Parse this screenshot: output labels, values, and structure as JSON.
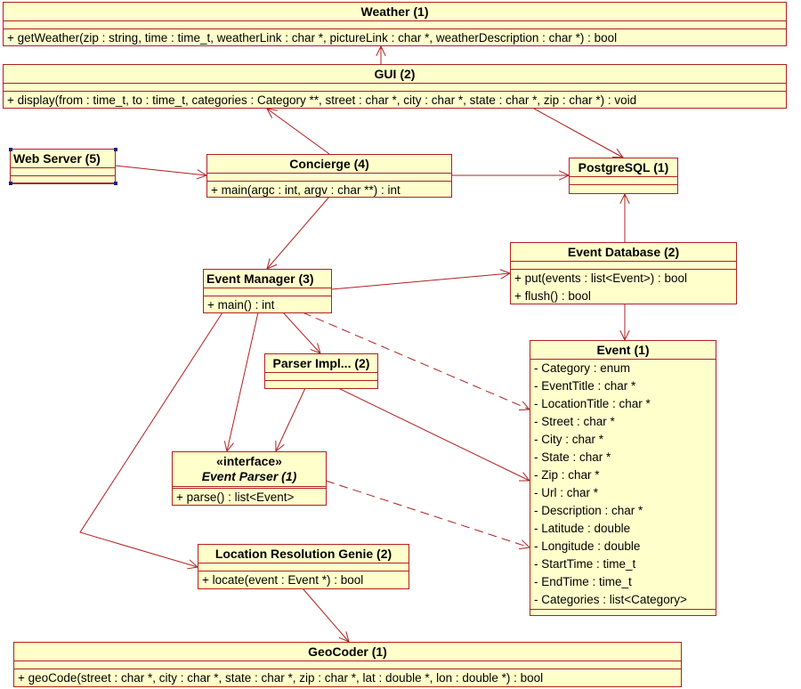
{
  "classes": [
    {
      "id": "weather",
      "title": "Weather (1)",
      "attributes": [],
      "operations": [
        "+ getWeather(zip : string, time : time_t, weatherLink : char *, pictureLink : char *, weatherDescription : char *) : bool"
      ]
    },
    {
      "id": "gui",
      "title": "GUI (2)",
      "attributes": [],
      "operations": [
        "+ display(from : time_t, to : time_t, categories : Category **, street : char *, city : char *, state : char *, zip : char *) : void"
      ]
    },
    {
      "id": "web-server",
      "title": "Web Server (5)",
      "attributes": [],
      "operations": []
    },
    {
      "id": "concierge",
      "title": "Concierge (4)",
      "attributes": [],
      "operations": [
        "+ main(argc : int, argv : char **) : int"
      ]
    },
    {
      "id": "postgresql",
      "title": "PostgreSQL (1)",
      "attributes": [],
      "operations": []
    },
    {
      "id": "event-database",
      "title": "Event Database (2)",
      "attributes": [],
      "operations": [
        "+ put(events : list<Event>) : bool",
        "+ flush() : bool"
      ]
    },
    {
      "id": "event-manager",
      "title": "Event Manager (3)",
      "attributes": [],
      "operations": [
        "+ main() : int"
      ]
    },
    {
      "id": "event",
      "title": "Event (1)",
      "attributes": [
        "- Category : enum",
        "- EventTitle : char *",
        "- LocationTitle : char *",
        "- Street : char *",
        "- City : char *",
        "- State : char *",
        "- Zip : char *",
        "- Url : char *",
        "- Description : char *",
        "- Latitude : double",
        "- Longitude : double",
        "- StartTime : time_t",
        "- EndTime : time_t",
        "- Categories : list<Category>"
      ],
      "operations": []
    },
    {
      "id": "parser-impl",
      "title": "Parser Impl... (2)",
      "attributes": [],
      "operations": []
    },
    {
      "id": "event-parser",
      "stereotype": "«interface»",
      "title": "Event Parser (1)",
      "attributes": [],
      "operations": [
        "+ parse() : list<Event>"
      ]
    },
    {
      "id": "location-resolution-genie",
      "title": "Location Resolution Genie (2)",
      "attributes": [],
      "operations": [
        "+ locate(event : Event *) : bool"
      ]
    },
    {
      "id": "geocoder",
      "title": "GeoCoder (1)",
      "attributes": [],
      "operations": [
        "+ geoCode(street : char *, city : char *, state : char *, zip : char *, lat : double *, lon : double *) : bool"
      ]
    }
  ],
  "relations": [
    {
      "from": "gui",
      "to": "weather",
      "style": "solid"
    },
    {
      "from": "concierge",
      "to": "gui",
      "style": "solid"
    },
    {
      "from": "gui",
      "to": "postgresql",
      "style": "solid"
    },
    {
      "from": "web-server",
      "to": "concierge",
      "style": "solid"
    },
    {
      "from": "concierge",
      "to": "postgresql",
      "style": "solid"
    },
    {
      "from": "concierge",
      "to": "event-manager",
      "style": "solid"
    },
    {
      "from": "event-manager",
      "to": "event-database",
      "style": "solid"
    },
    {
      "from": "event-database",
      "to": "postgresql",
      "style": "solid"
    },
    {
      "from": "event-database",
      "to": "event",
      "style": "solid"
    },
    {
      "from": "event-manager",
      "to": "event",
      "style": "dashed"
    },
    {
      "from": "event-manager",
      "to": "parser-impl",
      "style": "solid"
    },
    {
      "from": "event-manager",
      "to": "event-parser",
      "style": "solid"
    },
    {
      "from": "event-manager",
      "to": "location-resolution-genie",
      "style": "solid"
    },
    {
      "from": "parser-impl",
      "to": "event-parser",
      "style": "solid"
    },
    {
      "from": "parser-impl",
      "to": "event",
      "style": "solid"
    },
    {
      "from": "event-parser",
      "to": "event",
      "style": "dashed"
    },
    {
      "from": "location-resolution-genie",
      "to": "geocoder",
      "style": "solid"
    }
  ],
  "colors": {
    "fill": "#ffffcc",
    "line": "#b02020",
    "selection": "#1a1a8c"
  }
}
